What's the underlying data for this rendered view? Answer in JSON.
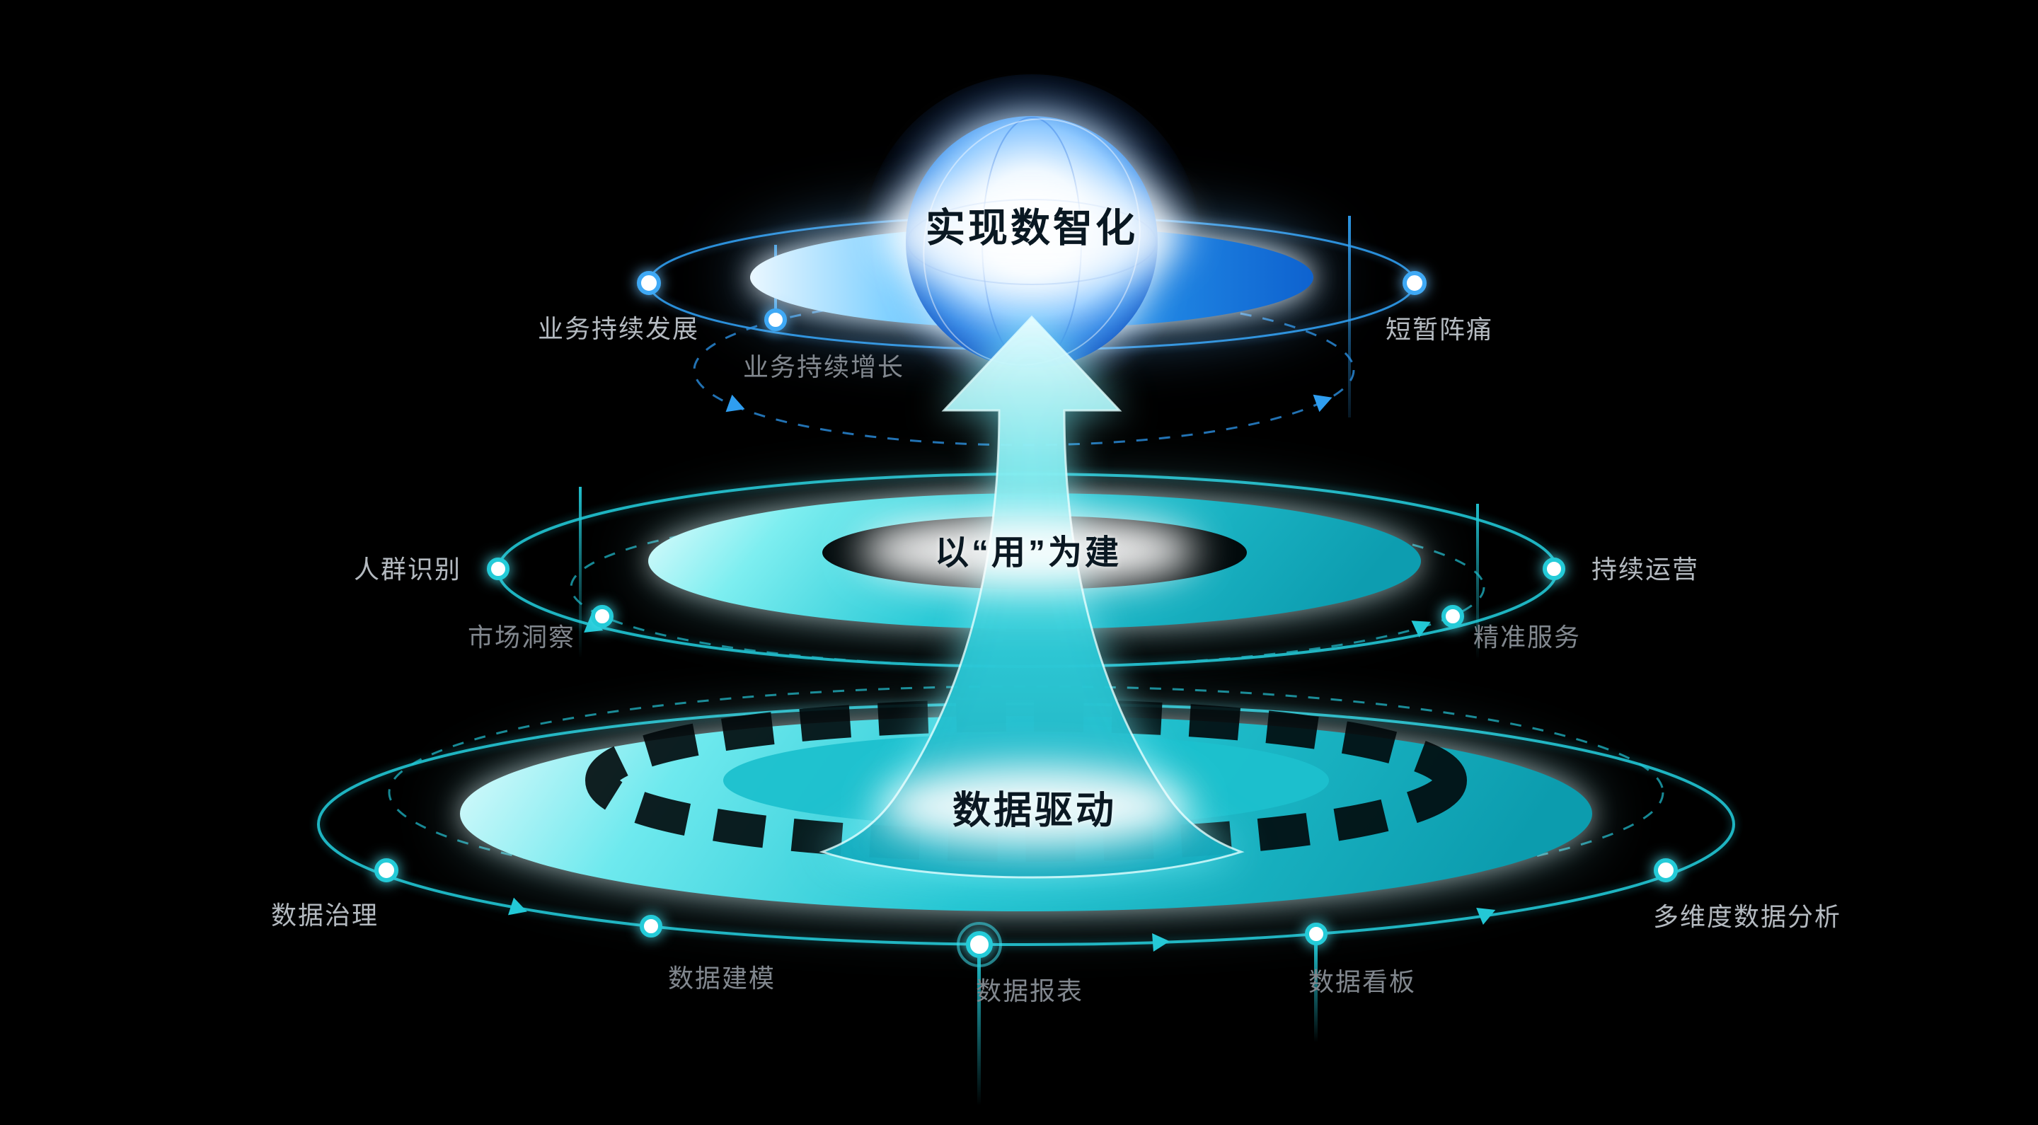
{
  "palette": {
    "blue": "#2f9ef0",
    "teal": "#22c8d6",
    "label_gray": "#b4bac0",
    "label_dim": "#81878e",
    "title_dark": "#0a1822",
    "background": "#000000"
  },
  "tiers": {
    "top": {
      "title": "实现数智化",
      "labels": {
        "business_development": "业务持续发展",
        "business_growth": "业务持续增长",
        "short_term_pain": "短暂阵痛"
      }
    },
    "middle": {
      "title": "以“用”为建",
      "labels": {
        "crowd_identification": "人群识别",
        "market_insight": "市场洞察",
        "continuous_operation": "持续运营",
        "precise_service": "精准服务"
      }
    },
    "bottom": {
      "title": "数据驱动",
      "labels": {
        "data_governance": "数据治理",
        "data_modeling": "数据建模",
        "data_report": "数据报表",
        "data_dashboard": "数据看板",
        "multidimensional_analysis": "多维度数据分析"
      }
    }
  }
}
